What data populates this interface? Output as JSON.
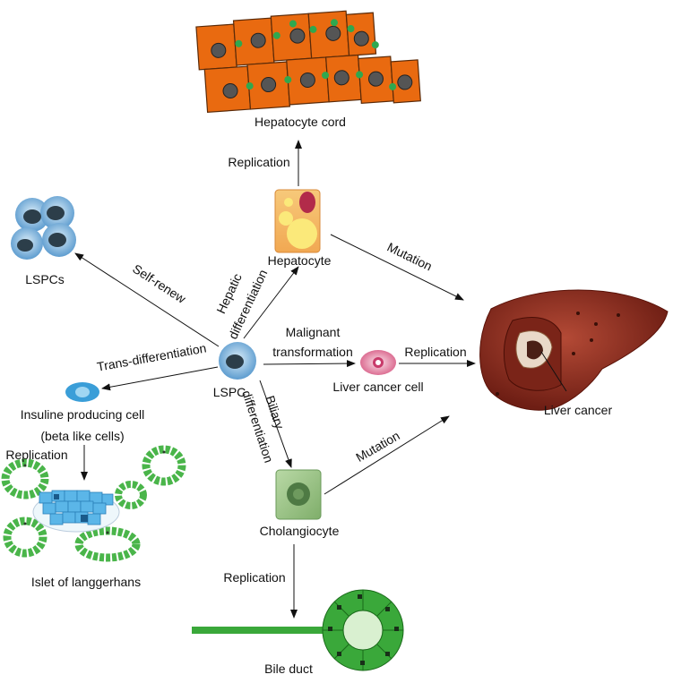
{
  "labels": {
    "hepatocyte_cord": "Hepatocyte cord",
    "replication_top": "Replication",
    "hepatocyte": "Hepatocyte",
    "mutation_top": "Mutation",
    "lspcs": "LSPCs",
    "self_renew": "Self-renew",
    "hepatic_line1": "Hepatic",
    "hepatic_line2": "differentiation",
    "malignant_line1": "Malignant",
    "malignant_line2": "transformation",
    "replication_mid": "Replication",
    "trans_differentiation": "Trans-differentiation",
    "lspc": "LSPC",
    "liver_cancer_cell": "Liver cancer cell",
    "liver_cancer": "Liver cancer",
    "insuline_line1": "Insuline producing cell",
    "insuline_line2": "(beta like cells)",
    "replication_left": "Replication",
    "biliary_line1": "Biliary",
    "biliary_line2": "differentiation",
    "mutation_bottom": "Mutation",
    "islet": "Islet of langgerhans",
    "cholangiocyte": "Cholangiocyte",
    "replication_bottom": "Replication",
    "bile_duct": "Bile duct"
  },
  "colors": {
    "hepatocyte_fill": "#e96a10",
    "nucleus": "#555555",
    "green_dot": "#2fa84f",
    "lspc_blue": "#6fa8d6",
    "liver": "#8b2a1c",
    "islet_green": "#4ab54a",
    "beta_blue": "#3a9ed8",
    "cancer_cell_pink": "#e07a9a",
    "cholangiocyte_green": "#8fbf7a",
    "bile_duct_green": "#3aa83a"
  }
}
